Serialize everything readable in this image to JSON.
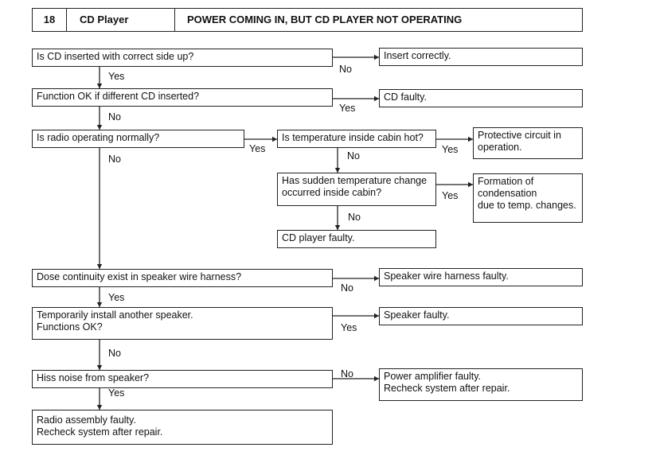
{
  "header": {
    "number": "18",
    "system": "CD Player",
    "symptom": "POWER COMING IN, BUT CD PLAYER NOT OPERATING"
  },
  "questions": {
    "q1": "Is CD inserted with correct side up?",
    "q2": "Function OK if different CD inserted?",
    "q3": "Is radio operating normally?",
    "q4": "Is temperature inside cabin hot?",
    "q5_line1": "Has sudden temperature change",
    "q5_line2": "occurred inside cabin?",
    "q6": "Dose continuity exist in speaker wire harness?",
    "q7_line1": "Temporarily install another speaker.",
    "q7_line2": "Functions OK?",
    "q8": "Hiss noise from speaker?"
  },
  "results": {
    "r1": "Insert correctly.",
    "r2": "CD faulty.",
    "r3_line1": "Protective circuit in",
    "r3_line2": "operation.",
    "r4_line1": "Formation of",
    "r4_line2": "condensation",
    "r4_line3": "due to temp. changes.",
    "r5": "CD player faulty.",
    "r6": "Speaker wire harness faulty.",
    "r7": "Speaker faulty.",
    "r8_line1": "Power amplifier faulty.",
    "r8_line2": "Recheck system after repair.",
    "r9_line1": "Radio assembly faulty.",
    "r9_line2": "Recheck system after repair."
  },
  "answers": {
    "yes": "Yes",
    "no": "No"
  }
}
